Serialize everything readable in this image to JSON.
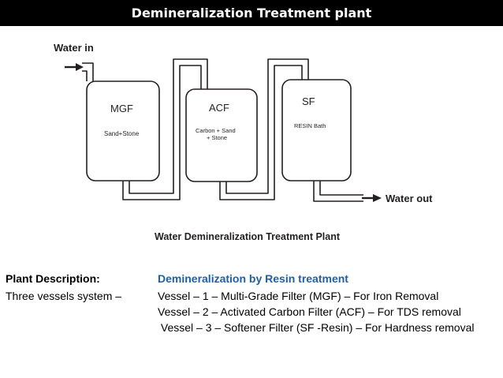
{
  "slide": {
    "title": "Demineralization Treatment plant"
  },
  "diagram": {
    "water_in_label": "Water in",
    "water_out_label": "Water out",
    "caption": "Water Demineralization Treatment Plant",
    "vessels": [
      {
        "name": "MGF",
        "media_lines": [
          "Sand+Stone"
        ]
      },
      {
        "name": "ACF",
        "media_lines": [
          "Carbon + Sand",
          "+ Stone"
        ]
      },
      {
        "name": "SF",
        "media_lines": [
          "RESIN Bath"
        ]
      }
    ]
  },
  "description": {
    "plant_label": "Plant Description:",
    "system_label": "Three vessels system –",
    "heading": "Demineralization by Resin treatment",
    "lines": [
      "Vessel – 1 – Multi-Grade Filter (MGF) – For Iron Removal",
      "Vessel – 2 – Activated Carbon Filter (ACF) – For TDS removal",
      " Vessel – 3 – Softener Filter (SF -Resin) – For Hardness removal"
    ]
  }
}
